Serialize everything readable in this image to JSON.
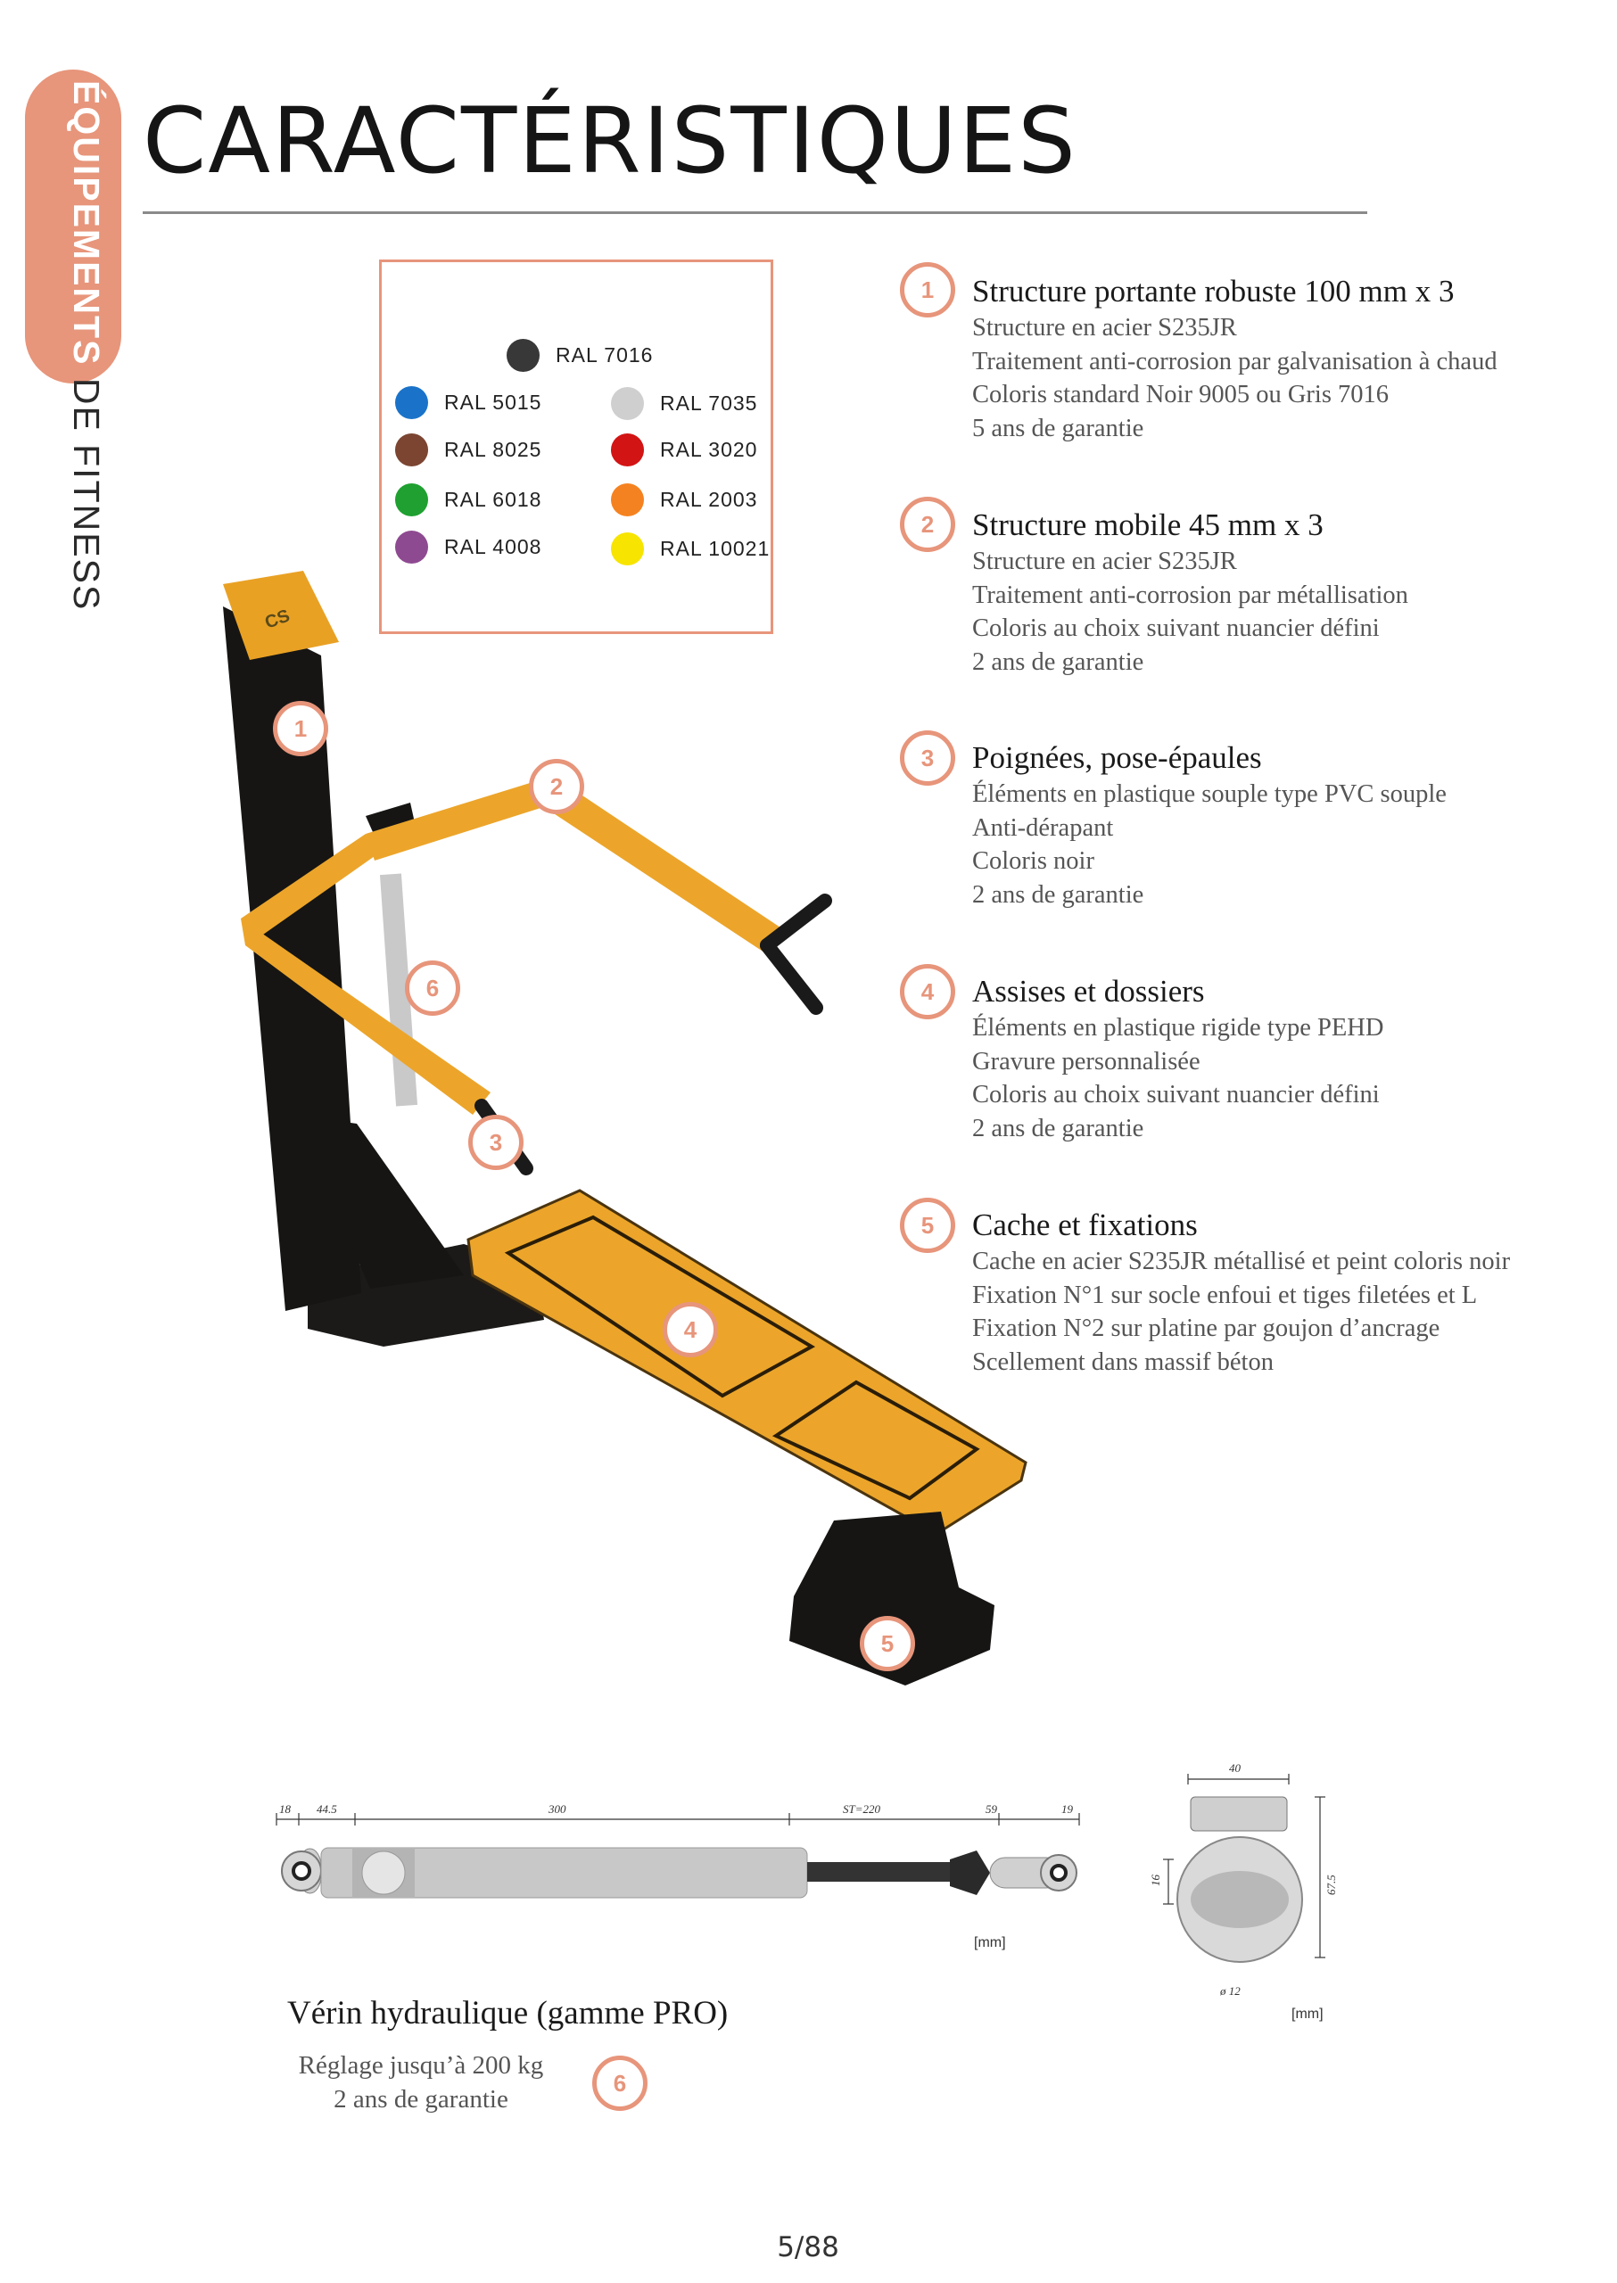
{
  "side_tab": {
    "highlight": "ÉQUIPEMENTS",
    "rest": " DE FITNESS"
  },
  "title": "CARACTÉRISTIQUES",
  "colors": [
    {
      "label": "RAL 7016",
      "hex": "#383838"
    },
    {
      "label": "RAL 5015",
      "hex": "#1a73c9"
    },
    {
      "label": "RAL 7035",
      "hex": "#cfcfcf"
    },
    {
      "label": "RAL 8025",
      "hex": "#7b4532"
    },
    {
      "label": "RAL 3020",
      "hex": "#d21414"
    },
    {
      "label": "RAL 6018",
      "hex": "#1fa030"
    },
    {
      "label": "RAL 2003",
      "hex": "#f58220"
    },
    {
      "label": "RAL 4008",
      "hex": "#8e4a91"
    },
    {
      "label": "RAL 10021",
      "hex": "#f7e400"
    }
  ],
  "specs": [
    {
      "num": "1",
      "title": "Structure portante robuste 100 mm x 3",
      "lines": [
        "Structure en acier S235JR",
        "Traitement anti-corrosion par galvanisation à chaud",
        "Coloris standard Noir 9005 ou Gris 7016",
        "5 ans de garantie"
      ]
    },
    {
      "num": "2",
      "title": "Structure mobile 45 mm x 3",
      "lines": [
        "Structure en acier S235JR",
        "Traitement anti-corrosion par métallisation",
        "Coloris au choix suivant nuancier défini",
        "2 ans de garantie"
      ]
    },
    {
      "num": "3",
      "title": "Poignées, pose-épaules",
      "lines": [
        "Éléments en plastique souple type PVC souple",
        "Anti-dérapant",
        "Coloris noir",
        "2 ans de garantie"
      ]
    },
    {
      "num": "4",
      "title": "Assises et dossiers",
      "lines": [
        "Éléments en plastique rigide type PEHD",
        "Gravure personnalisée",
        "Coloris au choix suivant nuancier défini",
        "2 ans de garantie"
      ]
    },
    {
      "num": "5",
      "title": "Cache et fixations",
      "lines": [
        "Cache en acier S235JR métallisé et peint coloris noir",
        "Fixation N°1 sur socle enfoui et tiges filetées et L",
        "Fixation N°2 sur platine par goujon d’ancrage",
        "Scellement dans massif béton"
      ]
    }
  ],
  "machine_markers": [
    "1",
    "2",
    "3",
    "4",
    "5",
    "6"
  ],
  "cylinder": {
    "title": "Vérin hydraulique (gamme PRO)",
    "lines": [
      "Réglage jusqu’à 200 kg",
      "2 ans de garantie"
    ],
    "badge": "6",
    "unit": "[mm]",
    "dims_side": [
      "18",
      "44.5",
      "300",
      "ST=220",
      "59",
      "19"
    ],
    "dims_end": [
      "40",
      "16",
      "67.5",
      "ø 12"
    ]
  },
  "page_number": "5/88",
  "accent_color": "#e7957b"
}
